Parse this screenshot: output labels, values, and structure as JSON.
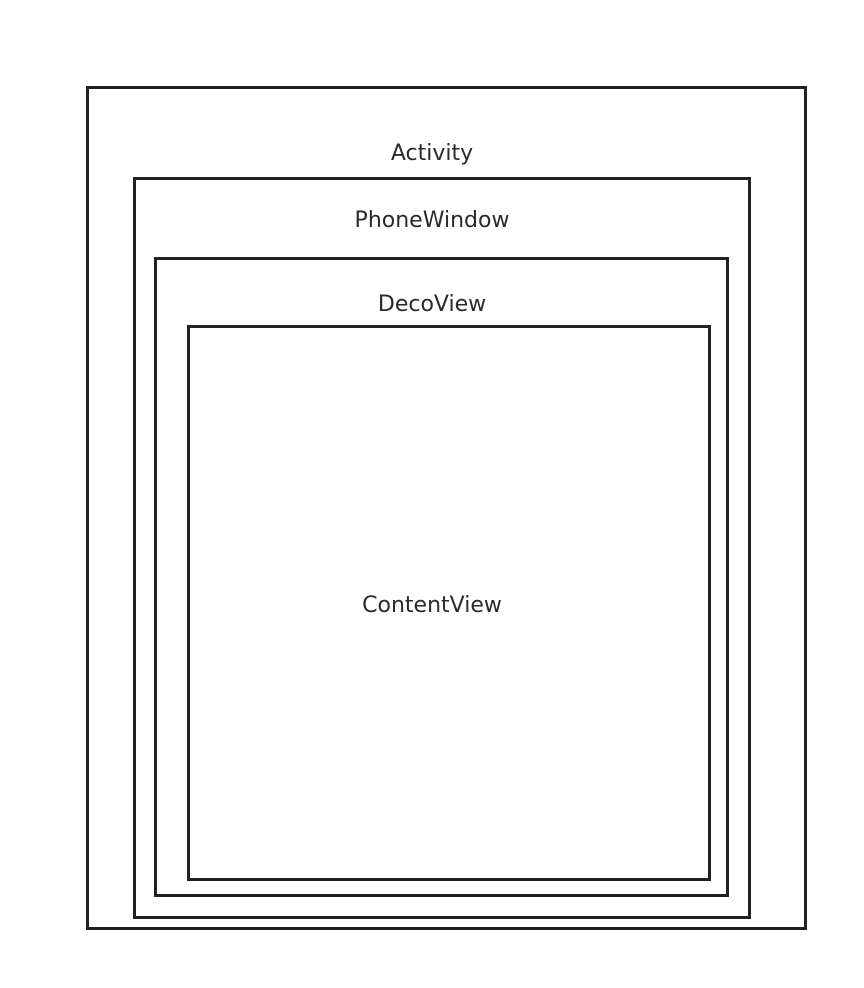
{
  "diagram": {
    "layers": [
      {
        "id": "activity",
        "label": "Activity"
      },
      {
        "id": "phonewindow",
        "label": "PhoneWindow"
      },
      {
        "id": "decoview",
        "label": "DecoView"
      },
      {
        "id": "contentview",
        "label": "ContentView"
      }
    ]
  },
  "colors": {
    "stroke": "#222222",
    "text": "#2b2b2b",
    "background": "#ffffff"
  }
}
